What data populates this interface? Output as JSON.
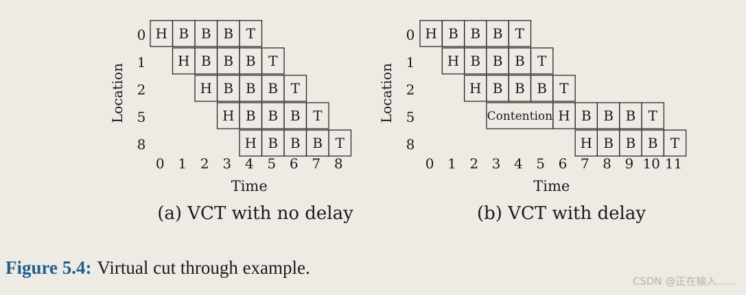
{
  "panels": [
    {
      "caption": "(a) VCT with no delay",
      "xlabel": "Time",
      "ylabel": "Location",
      "locations": [
        "0",
        "1",
        "2",
        "5",
        "8"
      ],
      "times": [
        "0",
        "1",
        "2",
        "3",
        "4",
        "5",
        "6",
        "7",
        "8"
      ],
      "rows": [
        {
          "start": 0,
          "flits": [
            "H",
            "B",
            "B",
            "B",
            "T"
          ]
        },
        {
          "start": 1,
          "flits": [
            "H",
            "B",
            "B",
            "B",
            "T"
          ]
        },
        {
          "start": 2,
          "flits": [
            "H",
            "B",
            "B",
            "B",
            "T"
          ]
        },
        {
          "start": 3,
          "flits": [
            "H",
            "B",
            "B",
            "B",
            "T"
          ]
        },
        {
          "start": 4,
          "flits": [
            "H",
            "B",
            "B",
            "B",
            "T"
          ]
        }
      ]
    },
    {
      "caption": "(b) VCT with delay",
      "xlabel": "Time",
      "ylabel": "Location",
      "locations": [
        "0",
        "1",
        "2",
        "5",
        "8"
      ],
      "times": [
        "0",
        "1",
        "2",
        "3",
        "4",
        "5",
        "6",
        "7",
        "8",
        "9",
        "10",
        "11"
      ],
      "rows": [
        {
          "start": 0,
          "flits": [
            "H",
            "B",
            "B",
            "B",
            "T"
          ]
        },
        {
          "start": 1,
          "flits": [
            "H",
            "B",
            "B",
            "B",
            "T"
          ]
        },
        {
          "start": 2,
          "flits": [
            "H",
            "B",
            "B",
            "B",
            "T"
          ]
        },
        {
          "start": 6,
          "flits": [
            "H",
            "B",
            "B",
            "B",
            "T"
          ],
          "blocked": {
            "start": 3,
            "end": 6,
            "label": "Contention"
          }
        },
        {
          "start": 7,
          "flits": [
            "H",
            "B",
            "B",
            "B",
            "T"
          ]
        }
      ]
    }
  ],
  "figure": {
    "label": "Figure 5.4:",
    "text": "Virtual cut through example."
  },
  "watermark": "CSDN @正在输入......",
  "colors": {
    "background": "#eeebe5",
    "caption_label": "#1f5f8f",
    "watermark": "#b5b2ac",
    "ink": "#1a1a1a"
  }
}
